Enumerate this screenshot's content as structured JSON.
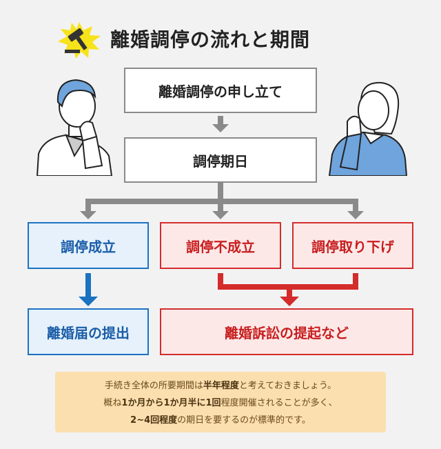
{
  "title": "離婚調停の流れと期間",
  "steps": {
    "apply": "離婚調停の申し立て",
    "date": "調停期日",
    "success": "調停成立",
    "failure": "調停不成立",
    "withdraw": "調停取り下げ",
    "submit": "離婚届の提出",
    "lawsuit": "離婚訴訟の提起など"
  },
  "note": {
    "l1_a": "手続き全体の所要期間は",
    "l1_b": "半年程度",
    "l1_c": "と考えておきましょう。",
    "l2_a": "概ね",
    "l2_b": "1か月から1か月半に1回",
    "l2_c": "程度開催されることが多く、",
    "l3_a": "2~4回程度",
    "l3_b": "の期日を要するのが標準的です。"
  },
  "colors": {
    "gray_arrow": "#8a8a8a",
    "blue": "#1a72c1",
    "red": "#d42b2b",
    "note_bg": "#fbdfae"
  },
  "icons": [
    "gavel-icon",
    "thinking-man-illustration",
    "thinking-woman-illustration"
  ]
}
